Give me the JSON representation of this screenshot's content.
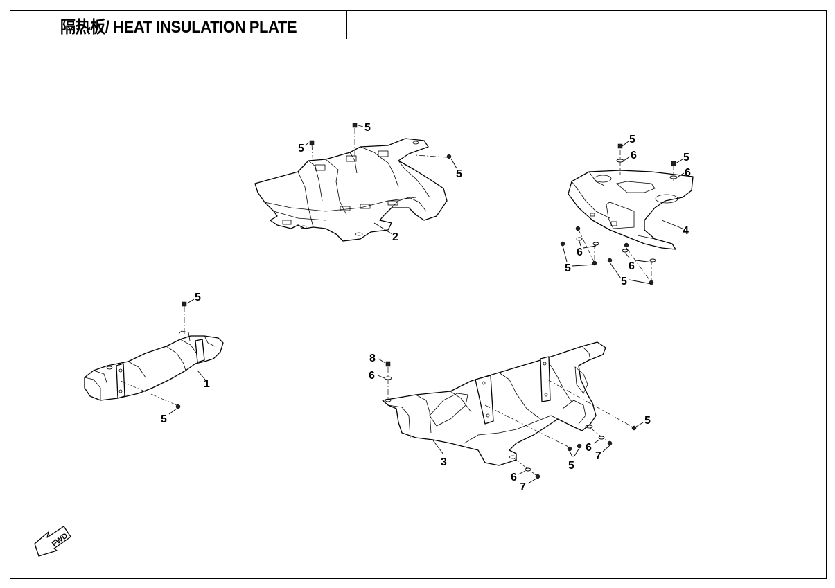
{
  "header": {
    "title": "隔热板/ HEAT INSULATION PLATE"
  },
  "callouts": {
    "part_1": "1",
    "part_2": "2",
    "part_3": "3",
    "part_4": "4",
    "bolt_5": "5",
    "washer_6": "6",
    "nut_7": "7",
    "bolt_8": "8"
  },
  "fwd_arrow": {
    "label": "FWD",
    "icon": "fwd-arrow-icon"
  }
}
